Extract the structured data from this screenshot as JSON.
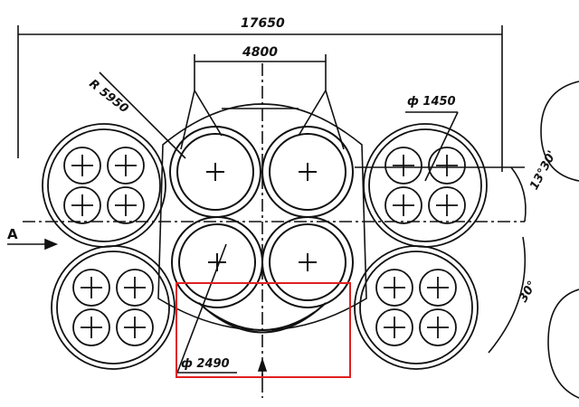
{
  "drawing": {
    "dimensions": {
      "overall_width": "17650",
      "center_width": "4800",
      "radius": "R 5950",
      "small_diameter": "ф 1450",
      "large_diameter": "ф 2490",
      "angle_upper": "13°30'",
      "angle_lower": "30°"
    },
    "view_label": "A"
  },
  "colors": {
    "line": "#111111",
    "highlight": "#e02020",
    "background": "#ffffff"
  }
}
